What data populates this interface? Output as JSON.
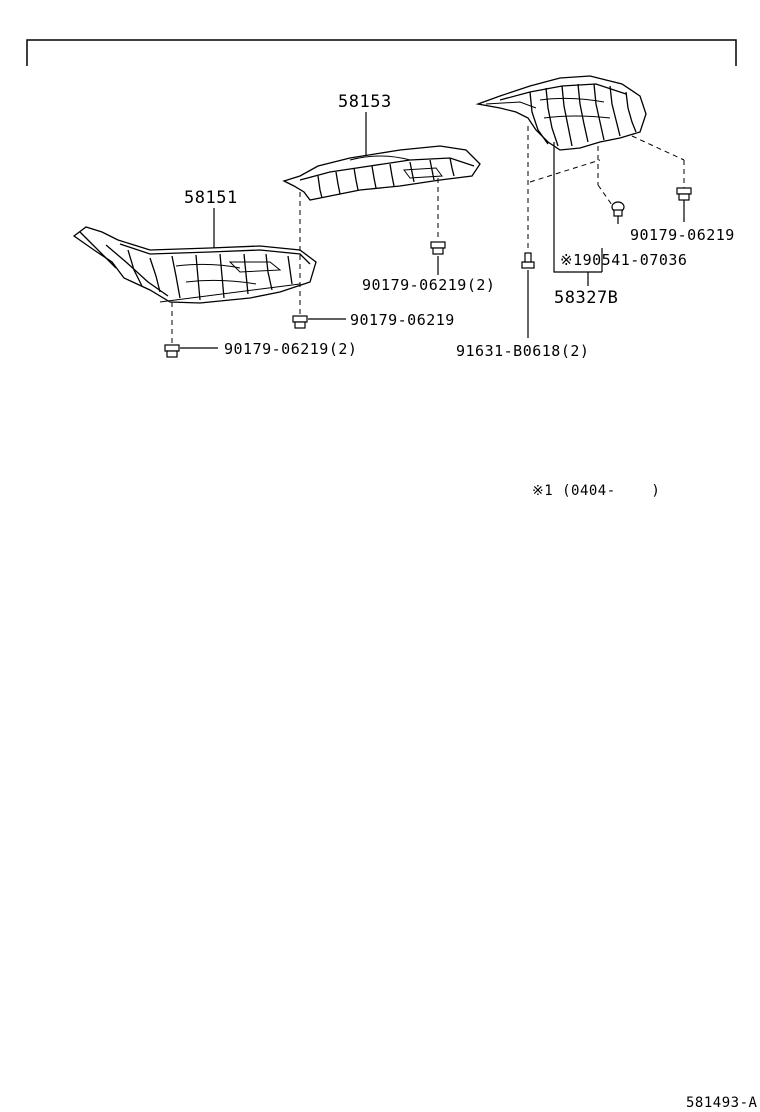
{
  "labels": {
    "part_58153": "58153",
    "part_58151": "58151",
    "part_58327b": "58327B",
    "clip_90179_right": "90179-06219",
    "clip_190541": "※190541-07036",
    "clip_90179_mid_2": "90179-06219(2)",
    "clip_90179_center": "90179-06219",
    "bolt_91631": "91631-B0618(2)",
    "clip_90179_left_2": "90179-06219(2)",
    "note_date": "※1 (0404-    )",
    "figure_code": "581493-A"
  },
  "colors": {
    "line": "#000000",
    "background": "#ffffff"
  }
}
